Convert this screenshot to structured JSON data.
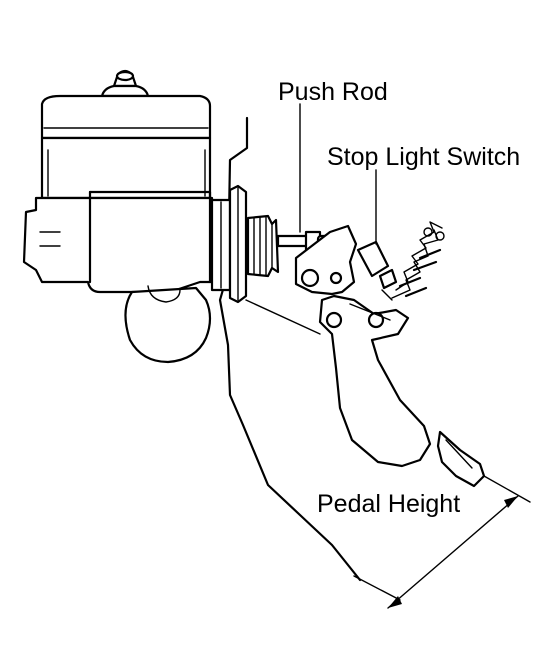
{
  "labels": {
    "push_rod": "Push Rod",
    "stop_light_switch": "Stop Light Switch",
    "pedal_height": "Pedal Height"
  }
}
